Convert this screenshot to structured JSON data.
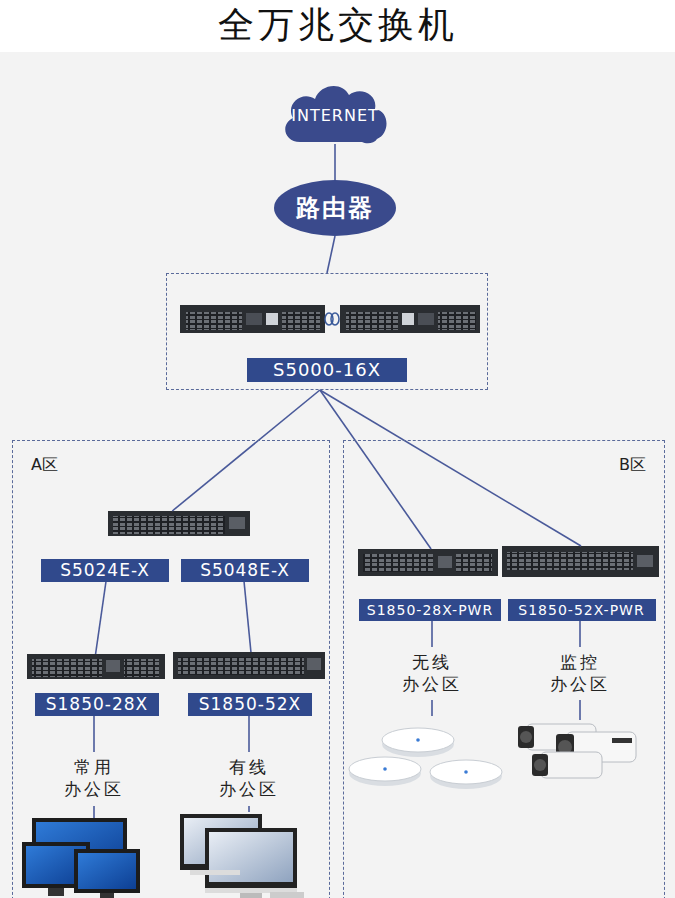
{
  "diagram": {
    "title": "全万兆交换机",
    "nodes": [
      {
        "text": [
          "INTERNET"
        ]
      },
      {
        "text": [
          "路由器"
        ]
      },
      {
        "text": [
          "S5000-16X"
        ]
      },
      {
        "text": [
          "A区"
        ]
      },
      {
        "text": [
          "S5024E-X",
          "S5048E-X"
        ],
        "in": 3
      },
      {
        "text": [
          "S1850-28X"
        ],
        "in": 3
      },
      {
        "text": [
          "S1850-52X"
        ],
        "in": 3
      },
      {
        "text": [
          "B区"
        ]
      },
      {
        "text": [
          "S1850-28X-PWR"
        ],
        "in": 7
      },
      {
        "text": [
          "S1850-52X-PWR"
        ],
        "in": 7
      }
    ],
    "edges": [
      {
        "from": 0,
        "to": 1,
        "arrow": "none"
      },
      {
        "from": 1,
        "to": 2,
        "arrow": "none"
      },
      {
        "from": 2,
        "to": 4,
        "arrow": "none"
      },
      {
        "from": 2,
        "to": 8,
        "arrow": "none"
      },
      {
        "from": 2,
        "to": 9,
        "arrow": "none"
      },
      {
        "from": 4,
        "to": 5,
        "arrow": "none"
      },
      {
        "from": 4,
        "to": 6,
        "arrow": "none"
      }
    ],
    "labels": [
      "常用 办公区",
      "有线 办公区",
      "无线 办公区",
      "监控 办公区"
    ]
  }
}
